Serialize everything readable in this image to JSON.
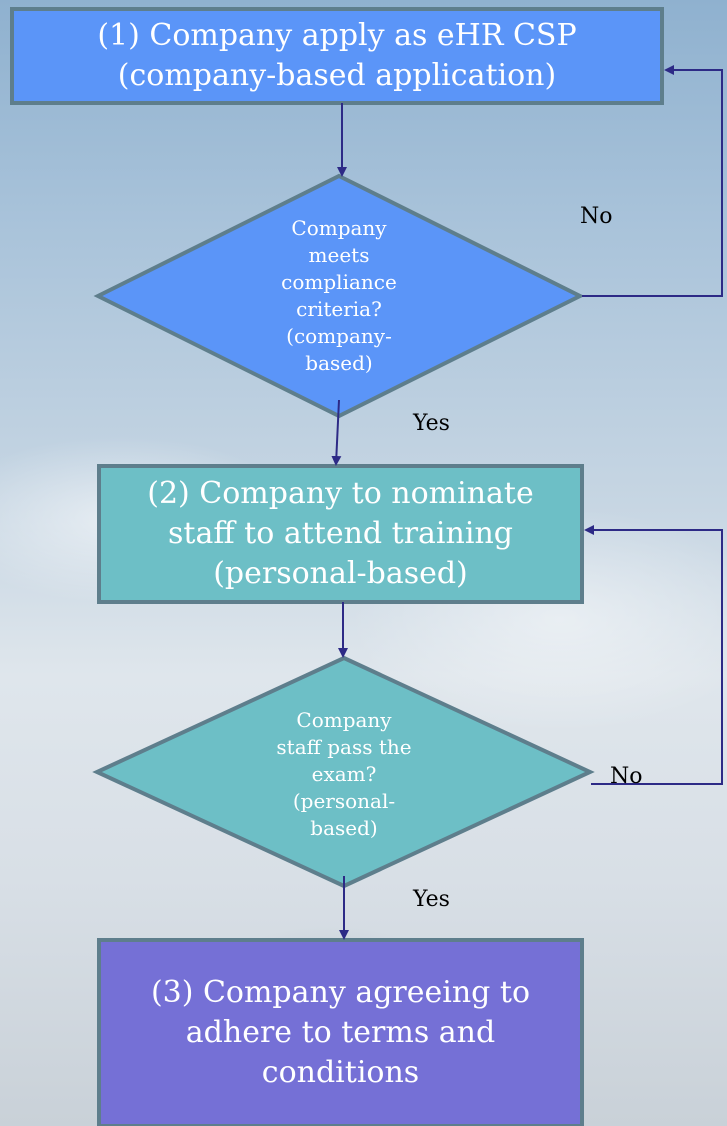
{
  "colors": {
    "box1_fill": "#5b95f8",
    "box2_fill": "#6dbfc6",
    "box3_fill": "#7570d6",
    "border": "#5e7e8c",
    "arrow": "#2d2a86"
  },
  "nodes": {
    "step1": "(1) Company apply as eHR CSP\n(company-based application)",
    "decision1": "Company\nmeets\ncompliance\ncriteria?\n(company-\nbased)",
    "step2": "(2) Company to nominate\nstaff to attend training\n(personal-based)",
    "decision2": "Company\nstaff pass the\nexam?\n(personal-\nbased)",
    "step3": "(3) Company agreeing to\nadhere to terms and\nconditions"
  },
  "labels": {
    "d1_no": "No",
    "d1_yes": "Yes",
    "d2_no": "No",
    "d2_yes": "Yes"
  }
}
